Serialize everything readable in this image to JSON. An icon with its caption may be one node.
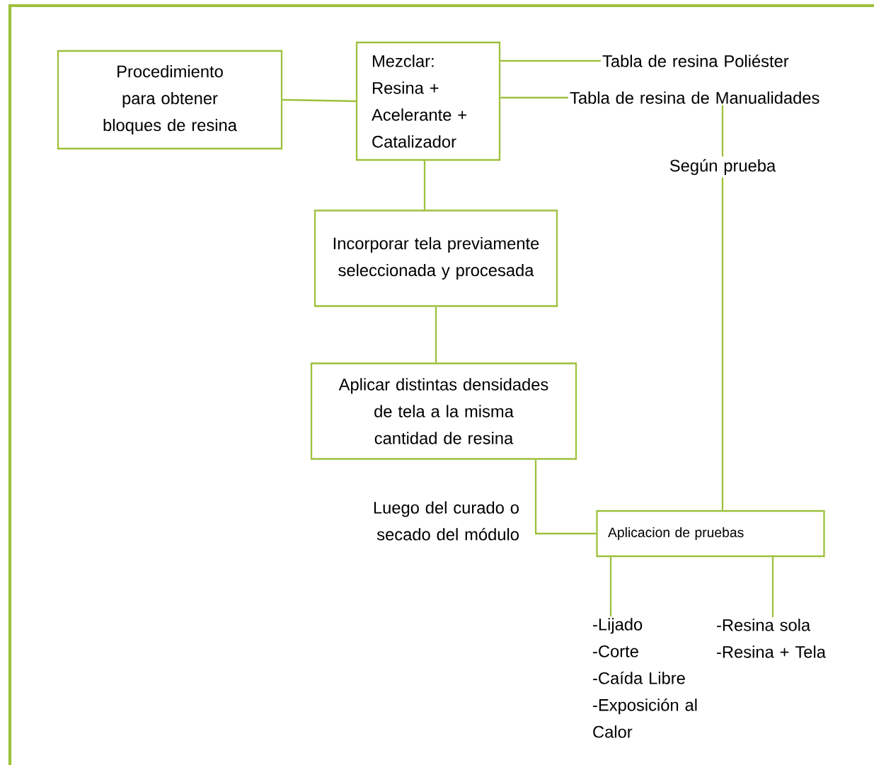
{
  "diagram": {
    "nodes": [
      {
        "text": [
          "Procedimiento para obtener bloques de resina"
        ]
      },
      {
        "text": [
          "Mezclar: Resina + Acelerante + Catalizador"
        ]
      },
      {
        "text": [
          "Tabla de resina Poliéster"
        ]
      },
      {
        "text": [
          "Tabla de resina de Manualidades"
        ]
      },
      {
        "text": [
          "Incorporar tela previamente seleccionada y procesada"
        ]
      },
      {
        "text": [
          "Aplicar distintas densidades de tela a la misma cantidad de resina"
        ]
      },
      {
        "text": [
          "Aplicacion de pruebas"
        ]
      },
      {
        "text": [
          "-Lijado",
          "-Corte",
          "-Caída Libre",
          "-Exposición al Calor"
        ]
      },
      {
        "text": [
          "-Resina sola",
          "-Resina + Tela"
        ]
      }
    ],
    "edges": [
      {
        "from": 0,
        "to": 1,
        "arrow": "none"
      },
      {
        "from": 1,
        "to": 2,
        "arrow": "none"
      },
      {
        "from": 1,
        "to": 3,
        "arrow": "none"
      },
      {
        "from": 1,
        "to": 4,
        "arrow": "none"
      },
      {
        "from": 4,
        "to": 5,
        "arrow": "none"
      },
      {
        "from": 5,
        "to": 6,
        "arrow": "none",
        "label": "Luego del curado o secado del módulo"
      },
      {
        "from": 3,
        "to": 6,
        "arrow": "none",
        "label": "Según prueba"
      },
      {
        "from": 6,
        "to": 7,
        "arrow": "none"
      },
      {
        "from": 6,
        "to": 8,
        "arrow": "none"
      }
    ]
  }
}
